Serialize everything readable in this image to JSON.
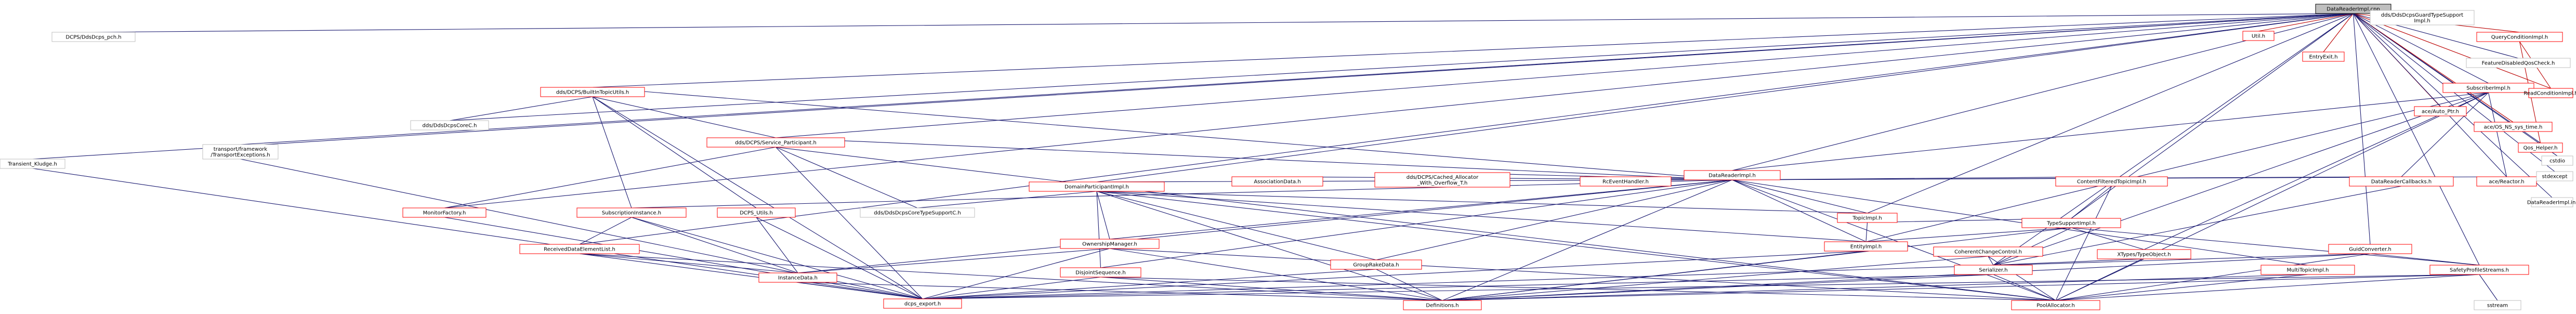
{
  "colors": {
    "edge": "#191970",
    "edge_alt": "#bb0000",
    "root_fill": "#bfbfbf",
    "node_border": "#bfbfbf",
    "linked_border": "#ff0000"
  },
  "nodes": [
    {
      "id": "root",
      "lines": [
        "DataReaderImpl.cpp"
      ],
      "root": true,
      "linked": false
    },
    {
      "id": "pch",
      "lines": [
        "DCPS/DdsDcps_pch.h"
      ],
      "linked": false
    },
    {
      "id": "ttk",
      "lines": [
        "Transient_Kludge.h"
      ],
      "linked": false
    },
    {
      "id": "tfx",
      "lines": [
        "transport/framework",
        "/TransportExceptions.h"
      ],
      "linked": false
    },
    {
      "id": "bitu",
      "lines": [
        "dds/DCPS/BuiltInTopicUtils.h"
      ],
      "linked": true
    },
    {
      "id": "ddsc",
      "lines": [
        "dds/DdsDcpsCoreC.h"
      ],
      "linked": false
    },
    {
      "id": "sp",
      "lines": [
        "dds/DCPS/Service_Participant.h"
      ],
      "linked": true
    },
    {
      "id": "mf",
      "lines": [
        "MonitorFactory.h"
      ],
      "linked": true
    },
    {
      "id": "dri",
      "lines": [
        "DataReaderImpl.h"
      ],
      "linked": true
    },
    {
      "id": "assoc",
      "lines": [
        "AssociationData.h"
      ],
      "linked": true
    },
    {
      "id": "caa",
      "lines": [
        "dds/DCPS/Cached_Allocator",
        "_With_Overflow_T.h"
      ],
      "linked": true
    },
    {
      "id": "rceh",
      "lines": [
        "RcEventHandler.h"
      ],
      "linked": true
    },
    {
      "id": "cfti",
      "lines": [
        "ContentFilteredTopicImpl.h"
      ],
      "linked": true
    },
    {
      "id": "drc",
      "lines": [
        "DataReaderCallbacks.h"
      ],
      "linked": true
    },
    {
      "id": "acer",
      "lines": [
        "ace/Reactor.h"
      ],
      "linked": true
    },
    {
      "id": "dpi",
      "lines": [
        "DomainParticipantImpl.h"
      ],
      "linked": true
    },
    {
      "id": "ti",
      "lines": [
        "TopicImpl.h"
      ],
      "linked": true
    },
    {
      "id": "subi",
      "lines": [
        "SubscriberImpl.h"
      ],
      "linked": true
    },
    {
      "id": "qci",
      "lines": [
        "QueryConditionImpl.h"
      ],
      "linked": true
    },
    {
      "id": "rci",
      "lines": [
        "ReadConditionImpl.h"
      ],
      "linked": true
    },
    {
      "id": "fdqc",
      "lines": [
        "FeatureDisabledQosCheck.h"
      ],
      "linked": false
    },
    {
      "id": "qosh",
      "lines": [
        "Qos_Helper.h"
      ],
      "linked": true
    },
    {
      "id": "util",
      "lines": [
        "Util.h"
      ],
      "linked": true
    },
    {
      "id": "ee",
      "lines": [
        "EntryExit.h"
      ],
      "linked": true
    },
    {
      "id": "ddstsi",
      "lines": [
        "dds/DdsDcpsGuardTypeSupport",
        "Impl.h"
      ],
      "linked": false
    },
    {
      "id": "aceap",
      "lines": [
        "ace/Auto_Ptr.h"
      ],
      "linked": true
    },
    {
      "id": "acest",
      "lines": [
        "ace/OS_NS_sys_time.h"
      ],
      "linked": true
    },
    {
      "id": "cstdio",
      "lines": [
        "cstdio"
      ],
      "linked": false
    },
    {
      "id": "stdexcept",
      "lines": [
        "stdexcept"
      ],
      "linked": false
    },
    {
      "id": "drimplinl",
      "lines": [
        "DataReaderImpl.inl"
      ],
      "linked": false
    },
    {
      "id": "subinst",
      "lines": [
        "SubscriptionInstance.h"
      ],
      "linked": true
    },
    {
      "id": "dcpsu",
      "lines": [
        "DCPS_Utils.h"
      ],
      "linked": true
    },
    {
      "id": "ddsctsc",
      "lines": [
        "dds/DdsDcpsCoreTypeSupportC.h"
      ],
      "linked": false
    },
    {
      "id": "tsi",
      "lines": [
        "TypeSupportImpl.h"
      ],
      "linked": true
    },
    {
      "id": "rdel",
      "lines": [
        "ReceivedDataElementList.h"
      ],
      "linked": true
    },
    {
      "id": "om",
      "lines": [
        "OwnershipManager.h"
      ],
      "linked": true
    },
    {
      "id": "ei",
      "lines": [
        "EntityImpl.h"
      ],
      "linked": true
    },
    {
      "id": "ccc",
      "lines": [
        "CoherentChangeControl.h"
      ],
      "linked": true
    },
    {
      "id": "xtto",
      "lines": [
        "XTypes/TypeObject.h"
      ],
      "linked": true
    },
    {
      "id": "gc",
      "lines": [
        "GuidConverter.h"
      ],
      "linked": true
    },
    {
      "id": "id",
      "lines": [
        "InstanceData.h"
      ],
      "linked": true
    },
    {
      "id": "ds",
      "lines": [
        "DisjointSequence.h"
      ],
      "linked": true
    },
    {
      "id": "gpd",
      "lines": [
        "GroupRakeData.h"
      ],
      "linked": true
    },
    {
      "id": "ser",
      "lines": [
        "Serializer.h"
      ],
      "linked": true
    },
    {
      "id": "mti",
      "lines": [
        "MultiTopicImpl.h"
      ],
      "linked": true
    },
    {
      "id": "sps",
      "lines": [
        "SafetyProfileStreams.h"
      ],
      "linked": true
    },
    {
      "id": "dcpsexp",
      "lines": [
        "dcps_export.h"
      ],
      "linked": true
    },
    {
      "id": "defs",
      "lines": [
        "Definitions.h"
      ],
      "linked": true
    },
    {
      "id": "pa",
      "lines": [
        "PoolAllocator.h"
      ],
      "linked": true
    },
    {
      "id": "sstream",
      "lines": [
        "sstream"
      ],
      "linked": false
    }
  ]
}
